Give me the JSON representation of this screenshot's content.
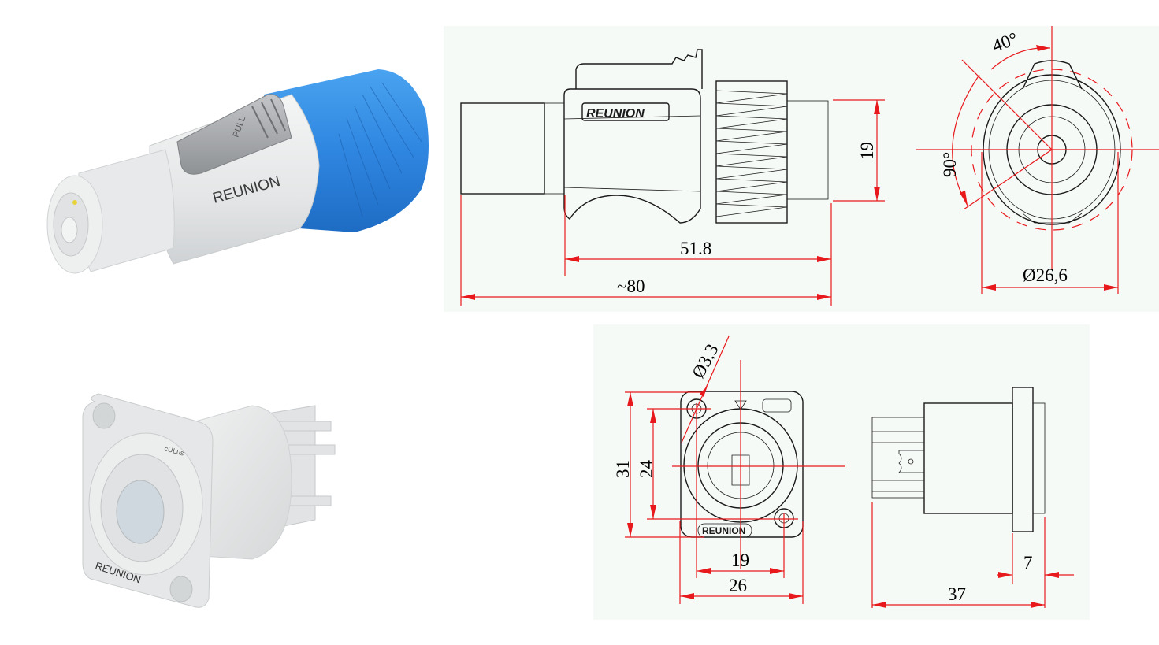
{
  "brand": "REUNION",
  "colors": {
    "dimension_line": "#e8191c",
    "outline": "#1a1a1a",
    "drawing_background": "#f6faf7",
    "cable_nut_blue": "#2f86e0",
    "housing_white": "#e9eaeb",
    "latch_grey": "#a9abae"
  },
  "cable_connector": {
    "render": {
      "brand_text": "REUNION",
      "latch_text": "PULL"
    },
    "side_view": {
      "brand_text": "REUNION",
      "dimensions": {
        "overall_length": "~80",
        "body_length": "51.8",
        "tail_diameter": "19"
      }
    },
    "end_view": {
      "dimensions": {
        "angle_top": "40°",
        "angle_left": "90°",
        "diameter": "Ø26,6"
      }
    }
  },
  "panel_connector": {
    "render": {
      "brand_text": "REUNION",
      "cert_mark": "cULus"
    },
    "front_view": {
      "brand_text": "REUNION",
      "dimensions": {
        "hole_diameter": "Ø3,3",
        "flange_height": "31",
        "hole_spacing_vertical": "24",
        "hole_spacing_horizontal": "19",
        "flange_width": "26"
      }
    },
    "side_view": {
      "dimensions": {
        "overall_depth": "37",
        "front_depth": "7"
      }
    }
  }
}
